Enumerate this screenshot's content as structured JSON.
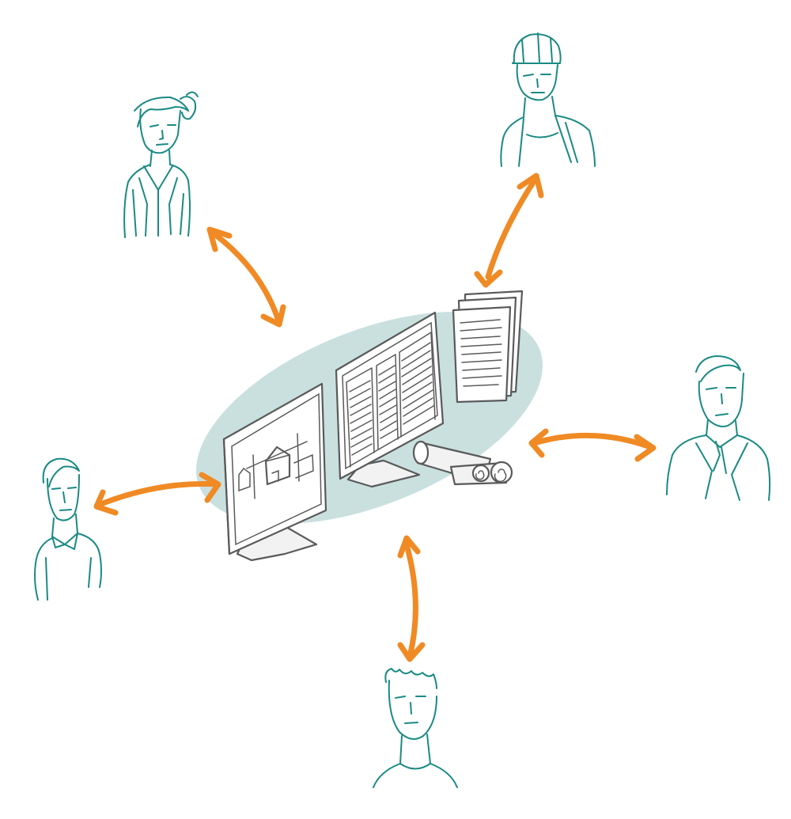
{
  "colors": {
    "person_stroke": "#1a8a83",
    "arrow": "#f08a24",
    "hub_ellipse": "#c9e0df",
    "device_stroke": "#5a5a5a",
    "screen_fill": "#ffffff",
    "stand_fill": "#f2f2f2"
  },
  "diagram": {
    "hub": {
      "name": "shared-workspace",
      "items": [
        "monitor-with-3d-model",
        "monitor-with-documents",
        "paper-stack",
        "rolled-drawings"
      ]
    },
    "participants": [
      {
        "name": "woman-with-hair-bun",
        "icon": "person-sketch"
      },
      {
        "name": "construction-worker-with-helmet",
        "icon": "person-sketch"
      },
      {
        "name": "man-in-suit-with-tie",
        "icon": "person-sketch"
      },
      {
        "name": "young-man-with-collar",
        "icon": "person-sketch"
      },
      {
        "name": "man-with-messy-hair",
        "icon": "person-sketch"
      }
    ],
    "connections": [
      "bidirectional",
      "bidirectional",
      "bidirectional",
      "bidirectional",
      "bidirectional"
    ]
  }
}
